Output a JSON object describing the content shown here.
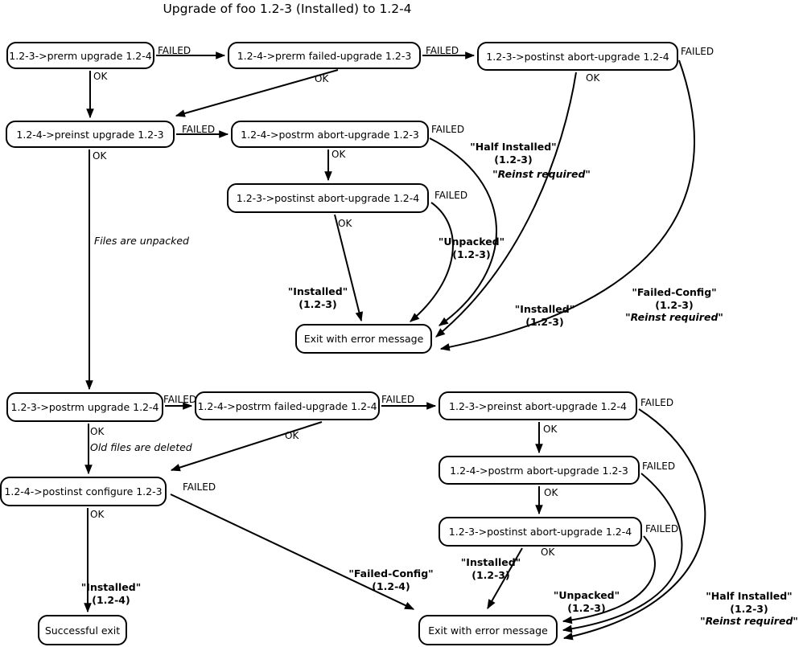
{
  "title": "Upgrade of foo 1.2-3 (Installed) to 1.2-4",
  "labels": {
    "ok": "OK",
    "failed": "FAILED"
  },
  "notes": {
    "files_unpacked": "Files are unpacked",
    "old_files_deleted": "Old files are deleted"
  },
  "nodes": {
    "prerm_upgrade": "1.2-3->prerm upgrade 1.2-4",
    "prerm_failed_upgrade": "1.2-4->prerm failed-upgrade 1.2-3",
    "postinst_abort_top": "1.2-3->postinst abort-upgrade 1.2-4",
    "preinst_upgrade": "1.2-4->preinst upgrade 1.2-3",
    "postrm_abort_top": "1.2-4->postrm abort-upgrade 1.2-3",
    "postinst_abort_mid": "1.2-3->postinst abort-upgrade 1.2-4",
    "exit_error_mid": "Exit with error message",
    "postrm_upgrade": "1.2-3->postrm upgrade 1.2-4",
    "postrm_failed_upgrade": "1.2-4->postrm failed-upgrade 1.2-4",
    "preinst_abort": "1.2-3->preinst abort-upgrade 1.2-4",
    "postrm_abort_bottom": "1.2-4->postrm abort-upgrade 1.2-3",
    "postinst_configure": "1.2-4->postinst configure 1.2-3",
    "postinst_abort_bottom": "1.2-3->postinst abort-upgrade 1.2-4",
    "successful_exit": "Successful exit",
    "exit_error_bottom": "Exit with error message"
  },
  "states": {
    "half_installed_3": {
      "l1": "\"Half Installed\"",
      "l2": "(1.2-3)",
      "l3": "\"Reinst required\""
    },
    "unpacked_3": {
      "l1": "\"Unpacked\"",
      "l2": "(1.2-3)"
    },
    "installed_3": {
      "l1": "\"Installed\"",
      "l2": "(1.2-3)"
    },
    "failed_config_3": {
      "l1": "\"Failed-Config\"",
      "l2": "(1.2-3)",
      "l3": "\"Reinst required\""
    },
    "installed_4": {
      "l1": "\"Installed\"",
      "l2": "(1.2-4)"
    },
    "failed_config_4": {
      "l1": "\"Failed-Config\"",
      "l2": "(1.2-4)"
    }
  }
}
